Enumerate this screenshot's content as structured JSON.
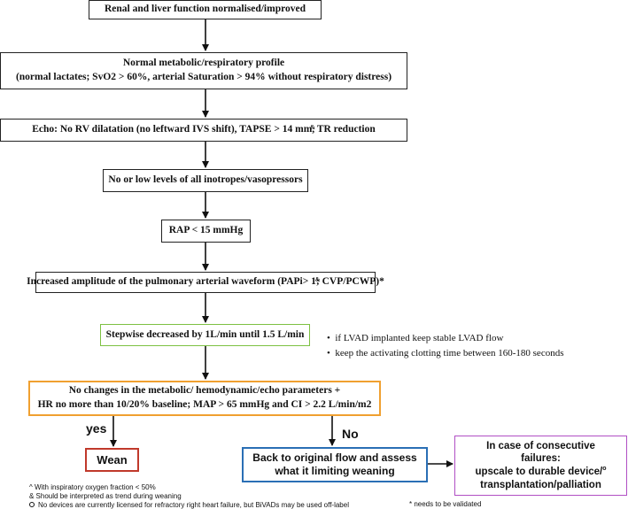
{
  "steps": {
    "renal": "Renal and liver function normalised/improved",
    "metabolic_line1": "Normal metabolic/respiratory profile",
    "metabolic_line2a": "(normal lactates; SvO2 > 60%,  arterial Saturation > 94%",
    "metabolic_line2b": " without respiratory distress)",
    "metabolic_mark": "^",
    "echo_a": "Echo: No RV dilatation (no leftward IVS shift), TAPSE > 14 mm,",
    "echo_b": " TR reduction",
    "echo_mark": "&",
    "inotropes": "No or low levels of all inotropes/vasopressors",
    "rap": "RAP < 15 mmHg",
    "papi_a": "Increased amplitude of the pulmonary arterial waveform (PAPi> 1;",
    "papi_b": " CVP/PCWP)*",
    "papi_mark": "&",
    "stepwise": "Stepwise decreased by 1L/min until 1.5 L/min",
    "nochange_line1": "No changes in the metabolic/ hemodynamic/echo parameters +",
    "nochange_line2": "HR no more than 10/20% baseline; MAP > 65 mmHg and CI > 2.2  L/min/m2",
    "wean": "Wean",
    "back_line1": "Back to original flow and assess",
    "back_line2": "what it limiting weaning",
    "failures_line1": "In case of consecutive",
    "failures_line2": "failures:",
    "failures_line3": "upscale to durable device/",
    "failures_line4": "transplantation/palliation",
    "failures_mark": "o"
  },
  "branch_labels": {
    "yes": "yes",
    "no": "No"
  },
  "bullets": [
    "if LVAD implanted keep stable LVAD flow",
    "keep the activating clotting time between 160-180 seconds"
  ],
  "footnotes": {
    "caret": "^ With inspiratory oxygen fraction  < 50%",
    "ampersand": "& Should be interpreted as trend during weaning",
    "circle": "No devices are currently licensed for refractory right heart failure, but BiVADs may be used off-label",
    "asterisk": "* needs to be validated"
  },
  "colors": {
    "stepwise_border": "#7dc142",
    "nochange_border": "#f0a030",
    "wean_border": "#c0392b",
    "back_border": "#2a6fb5",
    "failures_border": "#b04fc4"
  }
}
